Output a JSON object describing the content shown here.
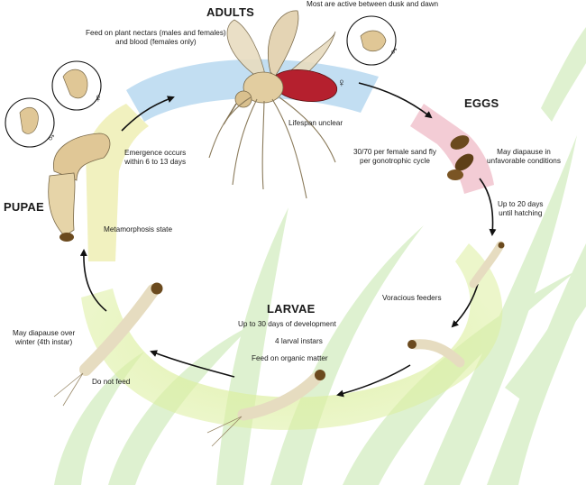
{
  "stages": {
    "adults": "ADULTS",
    "eggs": "EGGS",
    "larvae": "LARVAE",
    "pupae": "PUPAE"
  },
  "adults": {
    "feeding_line1": "Feed on plant nectars (males and females)",
    "feeding_line2": "and blood (females only)",
    "activity": "Most are active between dusk and dawn",
    "lifespan": "Lifespan unclear"
  },
  "eggs": {
    "count_line1": "30/70 per female sand fly",
    "count_line2": "per gonotrophic cycle",
    "diapause_line1": "May diapause in",
    "diapause_line2": "unfavorable conditions",
    "hatch_line1": "Up to 20 days",
    "hatch_line2": "until hatching"
  },
  "larvae": {
    "voracious": "Voracious feeders",
    "development": "Up to 30 days of development",
    "instars": "4 larval instars",
    "feeding": "Feed on organic matter",
    "diapause_line1": "May diapause over",
    "diapause_line2": "winter (4th instar)",
    "no_feed": "Do not feed"
  },
  "pupae": {
    "emergence_line1": "Emergence occurs",
    "emergence_line2": "within 6 to 13 days",
    "metamorphosis": "Metamorphosis state"
  },
  "symbols": {
    "male": "♂",
    "female": "♀"
  },
  "colors": {
    "adult_band": "#b7d8f0",
    "egg_band": "#f2c6d0",
    "larva_band": "#dcef9f",
    "pupa_band": "#f0efb8",
    "grass": "#d6edc4",
    "body": "#e8d6b0",
    "blood": "#b5202e",
    "egg": "#6b4a1e",
    "arrow": "#111111"
  }
}
